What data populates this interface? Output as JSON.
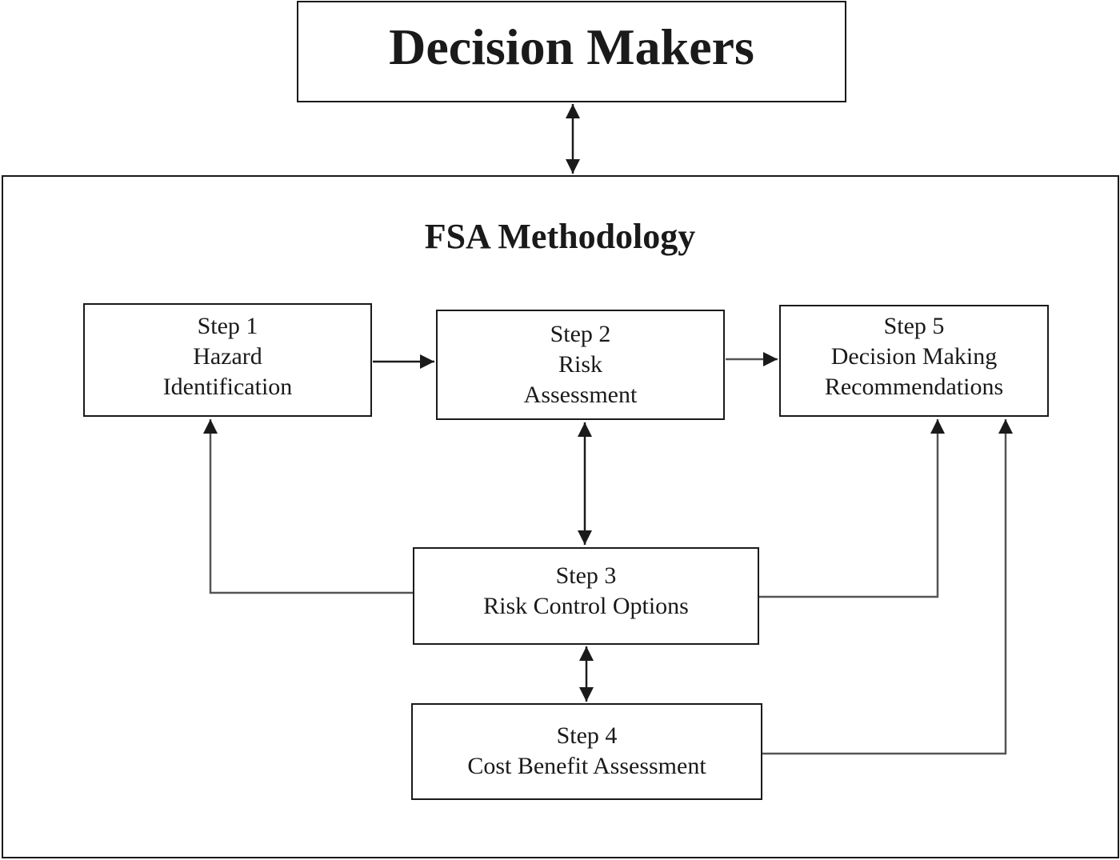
{
  "top": {
    "title": "Decision Makers"
  },
  "frame": {
    "title": "FSA Methodology"
  },
  "steps": {
    "step1": {
      "line1": "Step 1",
      "line2": "Hazard",
      "line3": "Identification"
    },
    "step2": {
      "line1": "Step 2",
      "line2": "Risk",
      "line3": "Assessment"
    },
    "step3": {
      "line1": "Step 3",
      "line2": "Risk Control Options"
    },
    "step4": {
      "line1": "Step 4",
      "line2": "Cost Benefit Assessment"
    },
    "step5": {
      "line1": "Step 5",
      "line2": "Decision Making",
      "line3": "Recommendations"
    }
  },
  "colors": {
    "stroke": "#1a1a1a",
    "connector": "#555555",
    "background": "#ffffff"
  }
}
